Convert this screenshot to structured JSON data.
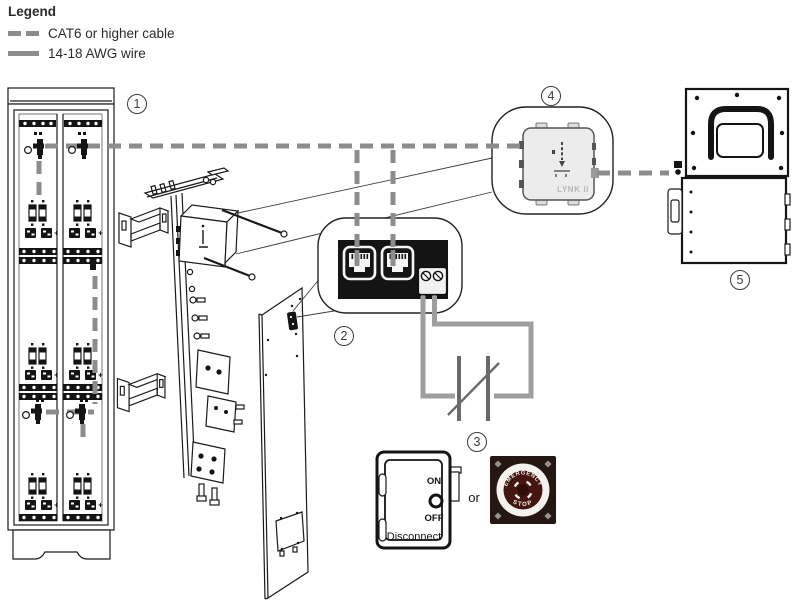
{
  "legend": {
    "title": "Legend",
    "items": [
      {
        "id": "cat6",
        "label": "CAT6 or higher cable"
      },
      {
        "id": "awg",
        "label": "14-18 AWG wire"
      }
    ]
  },
  "callout_numbers": {
    "battery_cabinet": "1",
    "comm_ports_panel": "2",
    "disconnect_or_estop": "3",
    "gateway": "4",
    "inverter": "5"
  },
  "disconnect_switch": {
    "on_label": "ON",
    "off_label": "OFF",
    "name_label": "Disconnect"
  },
  "alternative_text": "or",
  "emergency_stop": {
    "top_text": "EMERGENCY",
    "bottom_text": "STOP"
  },
  "gateway_device": {
    "brand_label": "LYNK II"
  },
  "colors": {
    "cat6_cable": "#8c8c8c",
    "awg_wire": "#9e9e9e",
    "wire_contact": "#6a6a6a",
    "line_art": "#1a1a1a",
    "estop_plate": "#241712",
    "estop_button": "#451610"
  }
}
